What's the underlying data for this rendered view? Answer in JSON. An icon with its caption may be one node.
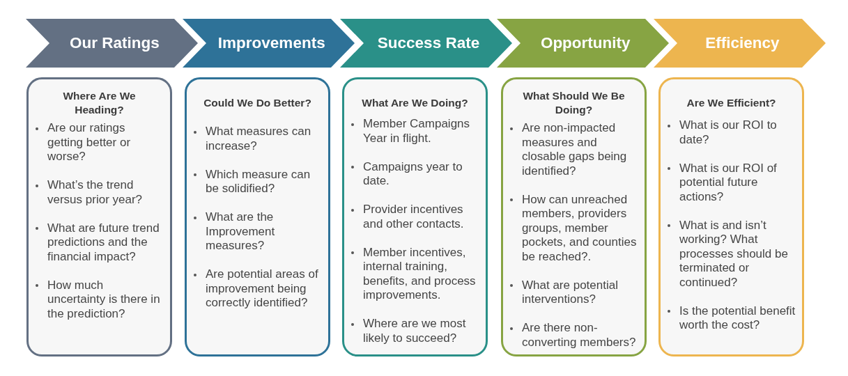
{
  "diagram": {
    "nodes": [
      {
        "text": [
          "Our Ratings"
        ]
      },
      {
        "text": [
          "Improvements"
        ]
      },
      {
        "text": [
          "Success Rate"
        ]
      },
      {
        "text": [
          "Opportunity"
        ]
      },
      {
        "text": [
          "Efficiency"
        ]
      },
      {
        "text": [
          "Where Are We Heading?",
          "Are our ratings getting better or worse?",
          "What’s the trend versus prior year?",
          "What are future trend predictions and the financial impact?",
          "How much uncertainty is there in the prediction?"
        ]
      },
      {
        "text": [
          "Could We Do Better?",
          "What measures can increase?",
          "Which measure can be solidified?",
          "What are the Improvement measures?",
          "Are potential areas of improvement being correctly identified?"
        ]
      },
      {
        "text": [
          "What Are We Doing?",
          "Member Campaigns Year in flight.",
          "Campaigns year to date.",
          "Provider incentives and other contacts.",
          "Member incentives, internal training, benefits, and process improvements.",
          "Where are we most likely to succeed?"
        ]
      },
      {
        "text": [
          "What Should We Be Doing?",
          "Are non-impacted measures and closable gaps being identified?",
          "How can unreached members, providers groups, member pockets, and counties be reached?.",
          "What are potential interventions?",
          "Are there non-converting members?"
        ]
      },
      {
        "text": [
          "Are We Efficient?",
          "What is our ROI to date?",
          "What is our ROI of potential future actions?",
          "What is and isn’t working? What processes should be terminated or continued?",
          "Is the potential benefit worth the cost?"
        ]
      }
    ]
  }
}
